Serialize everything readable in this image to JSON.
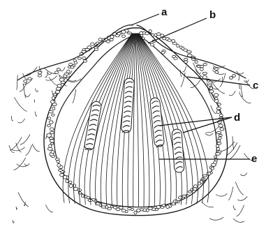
{
  "figure": {
    "labels": {
      "a": "a",
      "b": "b",
      "c": "c",
      "d": "d",
      "e": "e"
    },
    "colors": {
      "ink": "#1a1a1a",
      "background": "#ffffff",
      "cell_fill": "#ffffff"
    }
  }
}
